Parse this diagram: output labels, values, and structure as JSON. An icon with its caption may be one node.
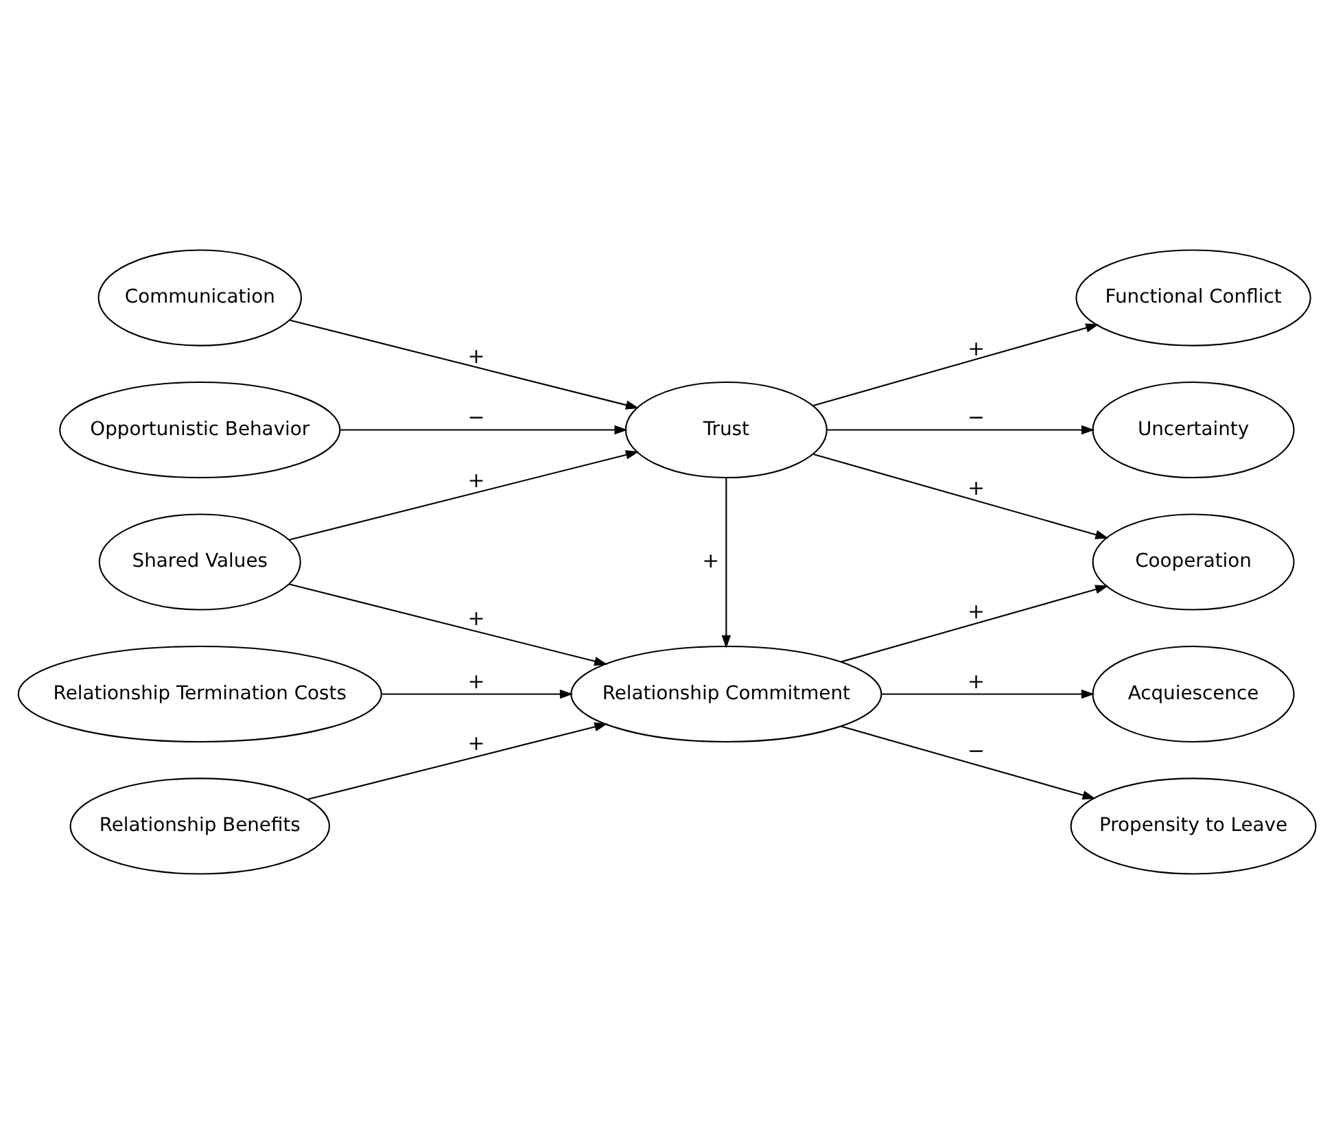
{
  "diagram": {
    "nodes": [
      {
        "text": [
          "Relationship Termination Costs"
        ]
      },
      {
        "text": [
          "Relationship Benefits"
        ]
      },
      {
        "text": [
          "Shared Values"
        ]
      },
      {
        "text": [
          "Communication"
        ]
      },
      {
        "text": [
          "Opportunistic Behavior"
        ]
      },
      {
        "text": [
          "Relationship Commitment"
        ]
      },
      {
        "text": [
          "Trust"
        ]
      },
      {
        "text": [
          "Acquiescence"
        ]
      },
      {
        "text": [
          "Propensity to Leave"
        ]
      },
      {
        "text": [
          "Cooperation"
        ]
      },
      {
        "text": [
          "Functional Conflict"
        ]
      },
      {
        "text": [
          "Uncertainty"
        ]
      }
    ],
    "edges": [
      {
        "from": 0,
        "to": 5,
        "arrow": "to",
        "label": "+"
      },
      {
        "from": 1,
        "to": 5,
        "arrow": "to",
        "label": "+"
      },
      {
        "from": 2,
        "to": 5,
        "arrow": "to",
        "label": "+"
      },
      {
        "from": 2,
        "to": 6,
        "arrow": "to",
        "label": "+"
      },
      {
        "from": 3,
        "to": 6,
        "arrow": "to",
        "label": "+"
      },
      {
        "from": 4,
        "to": 6,
        "arrow": "to",
        "label": "−"
      },
      {
        "from": 6,
        "to": 5,
        "arrow": "to",
        "label": "+"
      },
      {
        "from": 5,
        "to": 7,
        "arrow": "to",
        "label": "+"
      },
      {
        "from": 5,
        "to": 8,
        "arrow": "to",
        "label": "−"
      },
      {
        "from": 5,
        "to": 9,
        "arrow": "to",
        "label": "+"
      },
      {
        "from": 6,
        "to": 9,
        "arrow": "to",
        "label": "+"
      },
      {
        "from": 6,
        "to": 10,
        "arrow": "to",
        "label": "+"
      },
      {
        "from": 6,
        "to": 11,
        "arrow": "to",
        "label": "−"
      }
    ]
  }
}
